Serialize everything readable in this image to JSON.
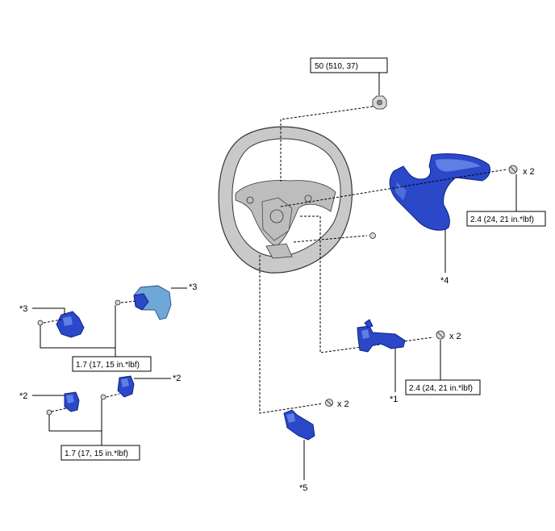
{
  "torque_specs": {
    "nut_top": "50 (510, 37)",
    "cover_screws": "2.4 (24, 21 in.*lbf)",
    "switch_screws": "2.4 (24, 21 in.*lbf)",
    "paddle_upper": "1.7 (17, 15 in.*lbf)",
    "paddle_lower": "1.7 (17, 15 in.*lbf)"
  },
  "quantities": {
    "cover_screws": "x 2",
    "switch_screws": "x 2",
    "bottom_screws": "x 2"
  },
  "callouts": {
    "c1": "*1",
    "c2_left": "*2",
    "c2_right": "*2",
    "c3_left": "*3",
    "c3_right": "*3",
    "c4": "*4",
    "c5": "*5"
  },
  "colors": {
    "part_blue": "#2a48c8",
    "part_light_blue": "#6fa7d8",
    "wheel_grey": "#c9c9c9"
  },
  "icons": {
    "nut": "nut-icon",
    "screw": "screw-icon",
    "steering_wheel": "steering-wheel-icon"
  }
}
